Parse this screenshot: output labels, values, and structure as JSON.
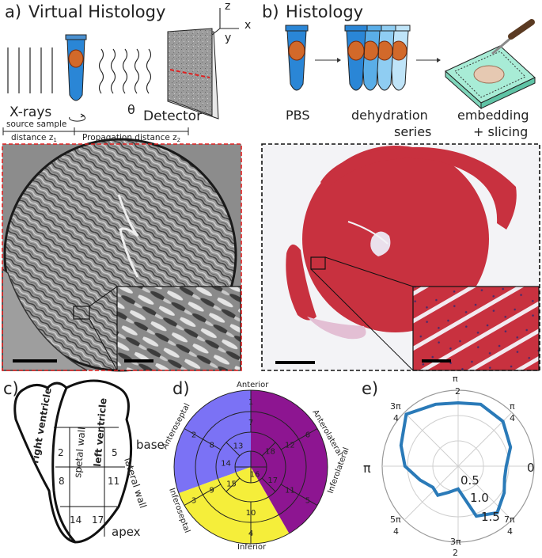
{
  "panel_a": {
    "label": "a)",
    "title": "Virtual Histology",
    "xrays": "X-rays",
    "theta": "θ",
    "detector": "Detector",
    "source_sample": "source sample",
    "distance": "distance z",
    "distance_sub": "1",
    "propagation": "Propagation distance z",
    "propagation_sub": "2",
    "axes": {
      "z": "z",
      "y": "y",
      "x": "x"
    }
  },
  "panel_b": {
    "label": "b)",
    "title": "Histology",
    "pbs": "PBS",
    "dehydration": "dehydration",
    "series": "series",
    "embedding": "embedding",
    "slicing": "+ slicing"
  },
  "panel_c": {
    "label": "c)",
    "right_ventricle": "right ventricle",
    "left_ventricle": "left ventricle",
    "septal_wall": "spetal wall",
    "lateral_wall": "lateral wall",
    "base": "base",
    "apex": "apex",
    "segments": [
      "2",
      "5",
      "8",
      "11",
      "14",
      "17"
    ]
  },
  "panel_d": {
    "label": "d)",
    "anterior": "Anterior",
    "inferior": "Inferior",
    "anteroseptal": "Anteroseptal",
    "anterolateral": "Anterolateral",
    "inferoseptal": "Inferoseptal",
    "inferolateral": "Inferolateral",
    "segments": [
      "1",
      "2",
      "3",
      "4",
      "5",
      "6",
      "7",
      "8",
      "9",
      "10",
      "11",
      "12",
      "13",
      "14",
      "15",
      "16",
      "17",
      "18"
    ],
    "colors": {
      "blue": "#7b72f5",
      "purple": "#8d1591",
      "yellow": "#f5ee3a"
    }
  },
  "panel_e": {
    "label": "e)",
    "angle_labels": {
      "pi_half": {
        "num": "π",
        "den": "2"
      },
      "pi_quarter": {
        "num": "π",
        "den": "4"
      },
      "three_pi_quarter": {
        "num": "3π",
        "den": "4"
      },
      "pi": "π",
      "zero": "0",
      "five_pi_quarter": {
        "num": "5π",
        "den": "4"
      },
      "three_pi_half": {
        "num": "3π",
        "den": "2"
      },
      "seven_pi_quarter": {
        "num": "7π",
        "den": "4"
      }
    },
    "radial_labels": [
      "0.5",
      "1.0",
      "1.5"
    ],
    "line_color": "#2a7ab8"
  }
}
